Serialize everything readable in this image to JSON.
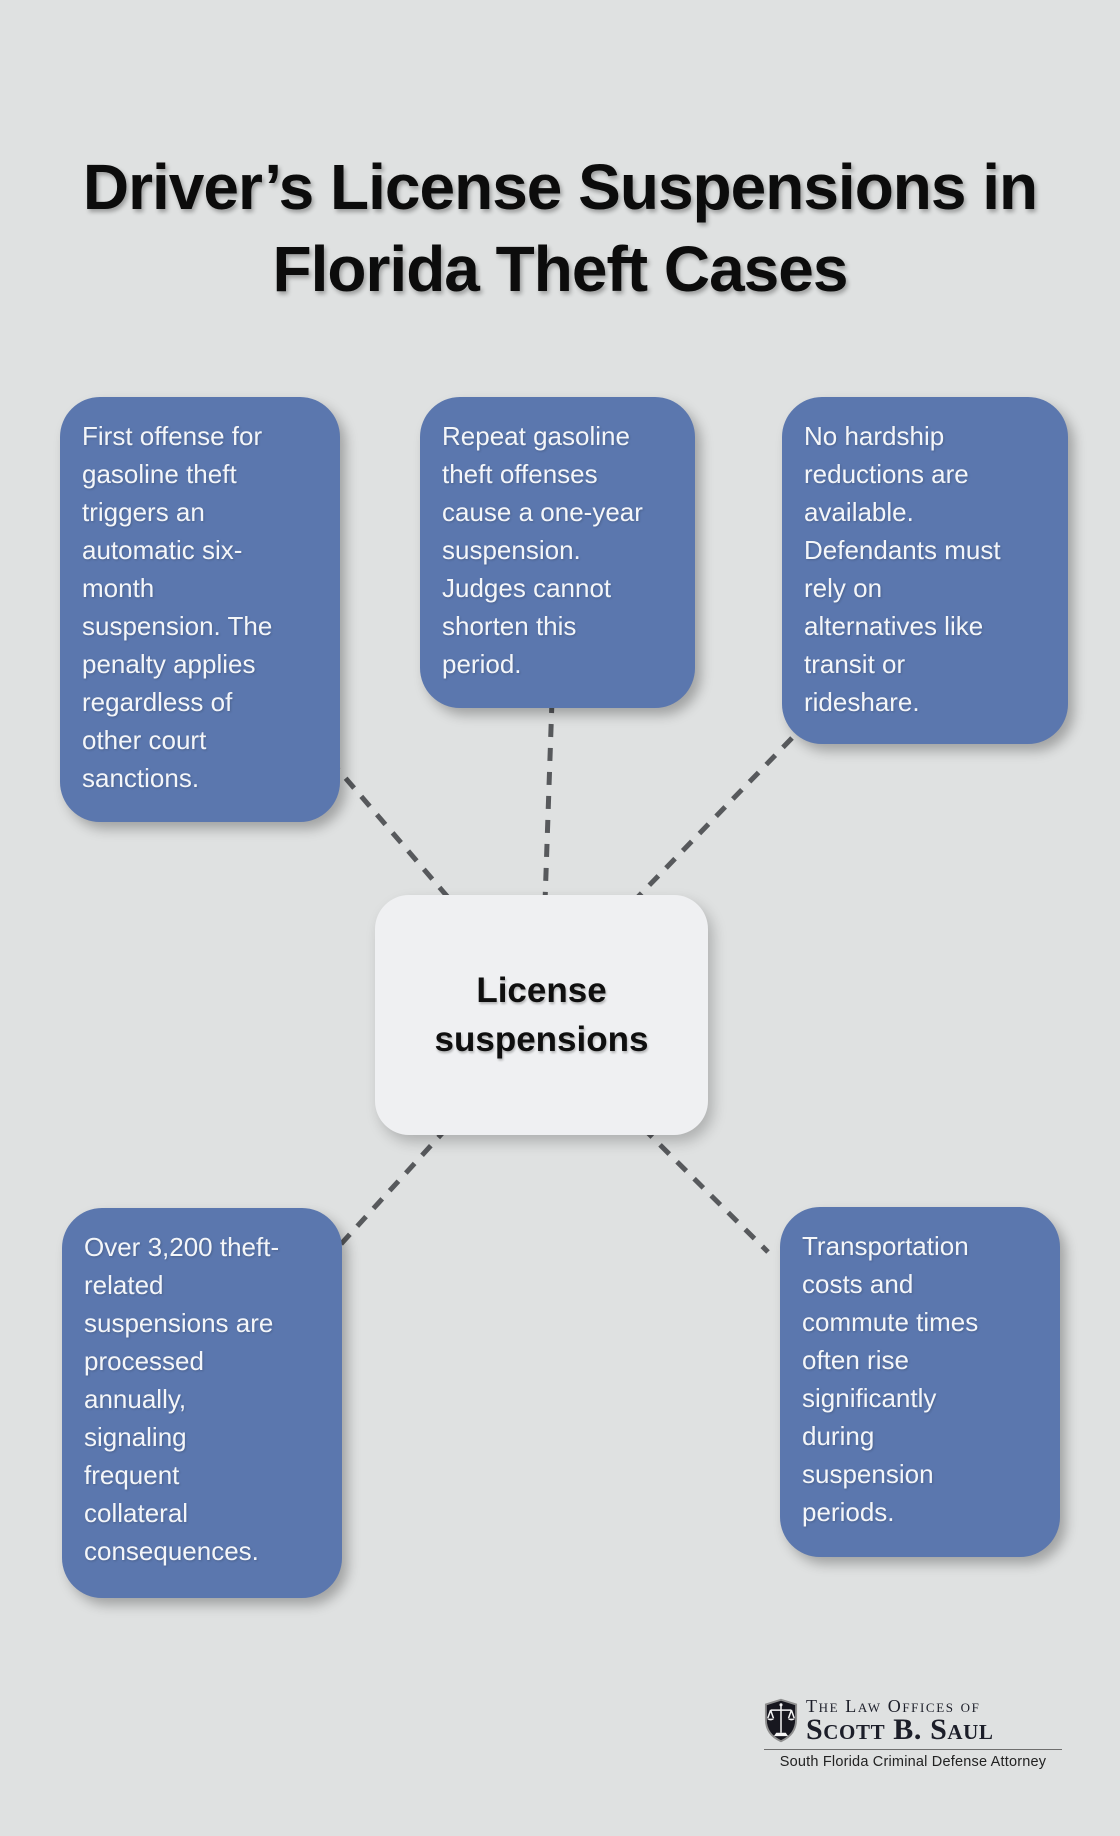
{
  "title": "Driver’s License Suspensions in\nFlorida Theft Cases",
  "center": {
    "label": "License\nsuspensions"
  },
  "nodes": [
    {
      "id": "first-offense",
      "text": "First offense for\ngasoline theft\ntriggers an\nautomatic six-\nmonth\nsuspension. The\npenalty applies\nregardless of\nother court\nsanctions."
    },
    {
      "id": "repeat-offense",
      "text": "Repeat gasoline\ntheft offenses\ncause a one-year\nsuspension.\nJudges cannot\nshorten this\nperiod."
    },
    {
      "id": "no-hardship",
      "text": "No hardship\nreductions are\navailable.\nDefendants must\nrely on\nalternatives like\ntransit or\nrideshare."
    },
    {
      "id": "annual-volume",
      "text": "Over 3,200 theft-\nrelated\nsuspensions are\nprocessed\nannually,\nsignaling\nfrequent\ncollateral\nconsequences."
    },
    {
      "id": "transportation-costs",
      "text": "Transportation\ncosts and\ncommute times\noften rise\nsignificantly\nduring\nsuspension\nperiods."
    }
  ],
  "footer": {
    "logo_prefix": "The Law Offices of",
    "logo_name": "Scott B. Saul",
    "tagline": "South Florida Criminal Defense Attorney",
    "logo_icon": "scales-of-justice"
  },
  "colors": {
    "background": "#dfe1e1",
    "node_fill": "#5b77ae",
    "node_text": "#f4f6f9",
    "center_fill": "#eff0f2",
    "title_text": "#0c0c0c",
    "connector": "#57595c",
    "logo_text": "#1c1e29"
  }
}
